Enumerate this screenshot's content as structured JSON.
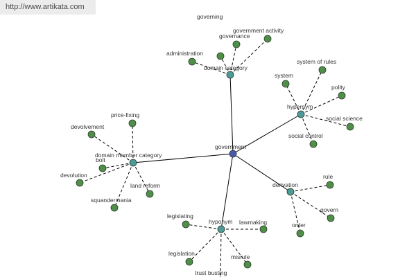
{
  "watermark": "http://www.artikata.com",
  "colors": {
    "center": "#4a5aa8",
    "category": "#4f9a96",
    "leaf": "#4f8f48",
    "edge": "#000000"
  },
  "graph": {
    "center": "government",
    "categories": [
      {
        "id": "domain-category",
        "label": "domain category",
        "leaves": [
          "governing",
          "governance",
          "government activity",
          "administration"
        ]
      },
      {
        "id": "hypernym-top",
        "label": "hypernym",
        "leaves": [
          "system of rules",
          "system",
          "polity",
          "social science",
          "social control"
        ]
      },
      {
        "id": "domain-member-category",
        "label": "domain member category",
        "leaves": [
          "price-fixing",
          "devolvement",
          "bolt",
          "devolution",
          "land reform",
          "squandermania"
        ]
      },
      {
        "id": "derivation",
        "label": "derivation",
        "leaves": [
          "rule",
          "govern",
          "order"
        ]
      },
      {
        "id": "hyponym",
        "label": "hyponym",
        "leaves": [
          "legislating",
          "lawmaking",
          "legislation",
          "misrule",
          "trust busting"
        ]
      }
    ]
  }
}
